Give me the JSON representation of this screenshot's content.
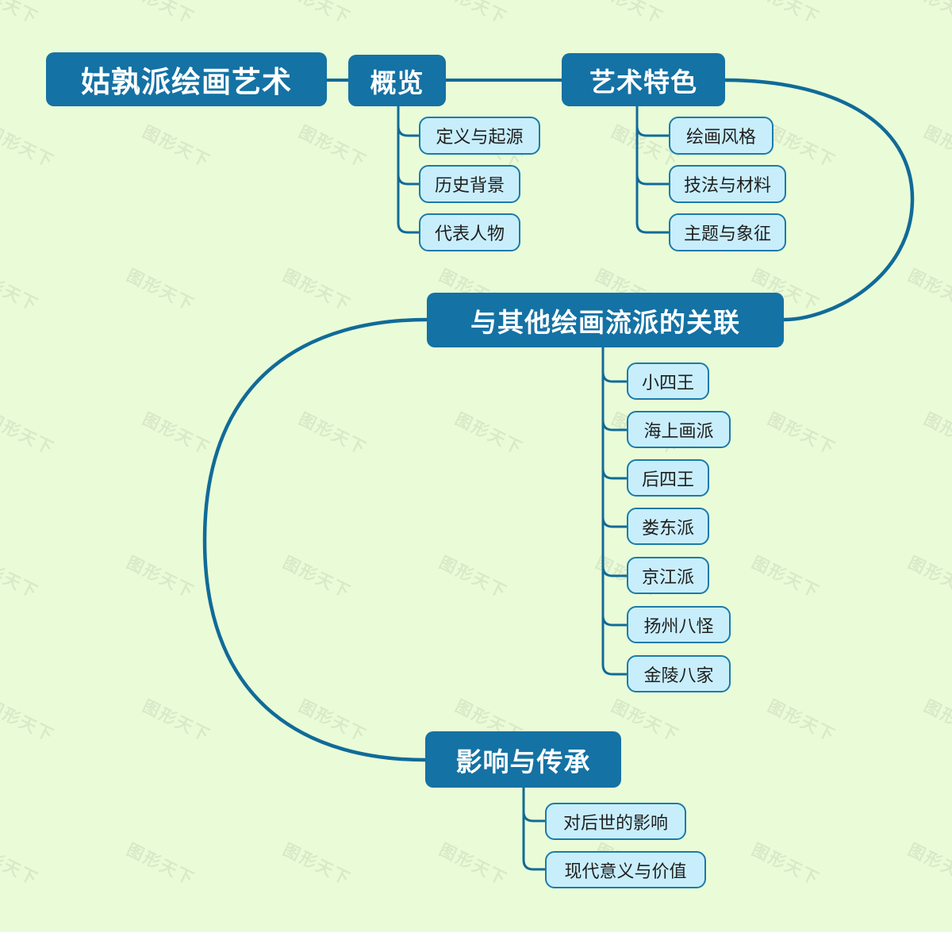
{
  "app": {
    "background_color": "#eafcd7",
    "watermark": {
      "text": "图形天下"
    }
  },
  "colors": {
    "main_node_bg": "#1472a4",
    "main_node_text": "#ffffff",
    "child_node_bg": "#c8eefc",
    "child_node_border": "#1b7ba9",
    "child_node_text": "#1f1f1f",
    "connector": "#106b98"
  },
  "mindmap": {
    "root": {
      "label": "姑孰派绘画艺术"
    },
    "branches": [
      {
        "label": "概览",
        "children": [
          "定义与起源",
          "历史背景",
          "代表人物"
        ]
      },
      {
        "label": "艺术特色",
        "children": [
          "绘画风格",
          "技法与材料",
          "主题与象征"
        ]
      },
      {
        "label": "与其他绘画流派的关联",
        "children": [
          "小四王",
          "海上画派",
          "后四王",
          "娄东派",
          "京江派",
          "扬州八怪",
          "金陵八家"
        ]
      },
      {
        "label": "影响与传承",
        "children": [
          "对后世的影响",
          "现代意义与价值"
        ]
      }
    ]
  }
}
